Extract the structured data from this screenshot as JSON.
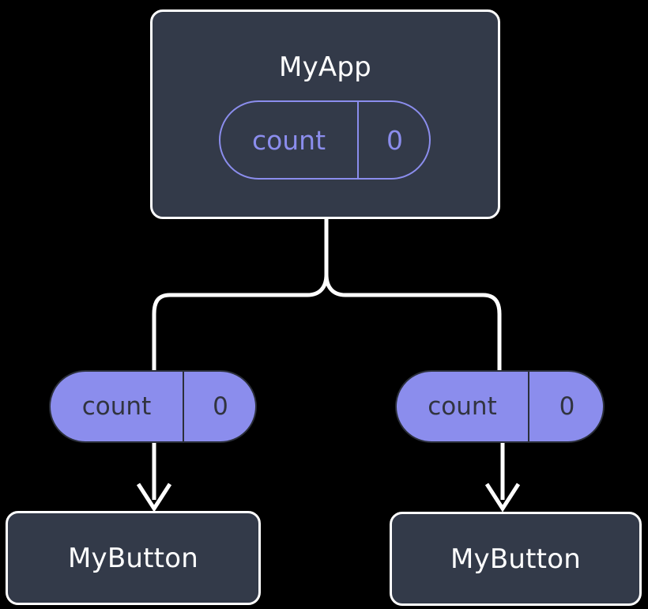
{
  "diagram": {
    "type": "component-state-tree",
    "background_color": "#000000",
    "colors": {
      "component_fill": "#333a49",
      "component_border": "#ffffff",
      "component_label": "#ffffff",
      "state_accent": "#8b8ded",
      "state_text_dark": "#31343f",
      "connector": "#ffffff"
    },
    "root": {
      "name": "root-component",
      "label": "MyApp",
      "state": {
        "key_label": "count",
        "value_label": "0",
        "style": "outlined"
      }
    },
    "branches": [
      {
        "name": "branch-left",
        "state": {
          "key_label": "count",
          "value_label": "0",
          "style": "filled"
        },
        "child": {
          "name": "child-component-left",
          "label": "MyButton"
        }
      },
      {
        "name": "branch-right",
        "state": {
          "key_label": "count",
          "value_label": "0",
          "style": "filled"
        },
        "child": {
          "name": "child-component-right",
          "label": "MyButton"
        }
      }
    ]
  }
}
